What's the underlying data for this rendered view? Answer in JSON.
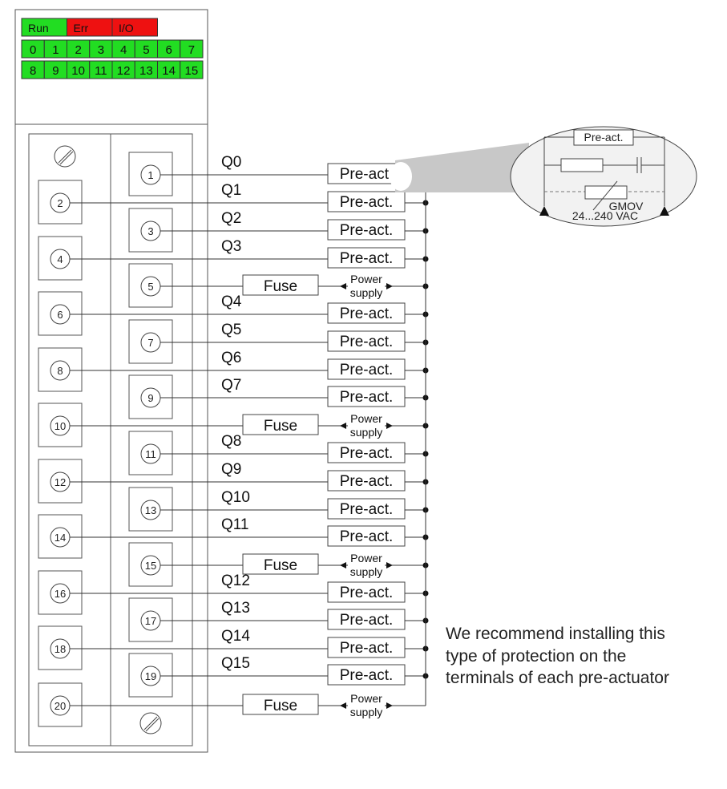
{
  "status_row": [
    {
      "label": "Run",
      "color": "#22dd22"
    },
    {
      "label": "Err",
      "color": "#ee1111"
    },
    {
      "label": "I/O",
      "color": "#ee1111"
    }
  ],
  "led_rows": [
    [
      "0",
      "1",
      "2",
      "3",
      "4",
      "5",
      "6",
      "7"
    ],
    [
      "8",
      "9",
      "10",
      "11",
      "12",
      "13",
      "14",
      "15"
    ]
  ],
  "colors": {
    "led_green": "#22dd22",
    "led_red": "#ee1111",
    "line": "#333333",
    "bubble_fill": "#f2f2f2",
    "beam_fill": "#c8c8c8"
  },
  "terminals": {
    "odd": [
      "1",
      "3",
      "5",
      "7",
      "9",
      "11",
      "13",
      "15",
      "17",
      "19"
    ],
    "even": [
      "2",
      "4",
      "6",
      "8",
      "10",
      "12",
      "14",
      "16",
      "18",
      "20"
    ]
  },
  "outputs": [
    "Q0",
    "Q1",
    "Q2",
    "Q3",
    "Q4",
    "Q5",
    "Q6",
    "Q7",
    "Q8",
    "Q9",
    "Q10",
    "Q11",
    "Q12",
    "Q13",
    "Q14",
    "Q15"
  ],
  "labels": {
    "preact": "Pre-act.",
    "fuse": "Fuse",
    "power_line1": "Power",
    "power_line2": "supply"
  },
  "detail": {
    "preact": "Pre-act.",
    "gmov": "GMOV",
    "voltage": "24...240 VAC"
  },
  "note": [
    "We recommend installing this",
    "type of protection on the",
    "terminals of each pre-actuator"
  ]
}
